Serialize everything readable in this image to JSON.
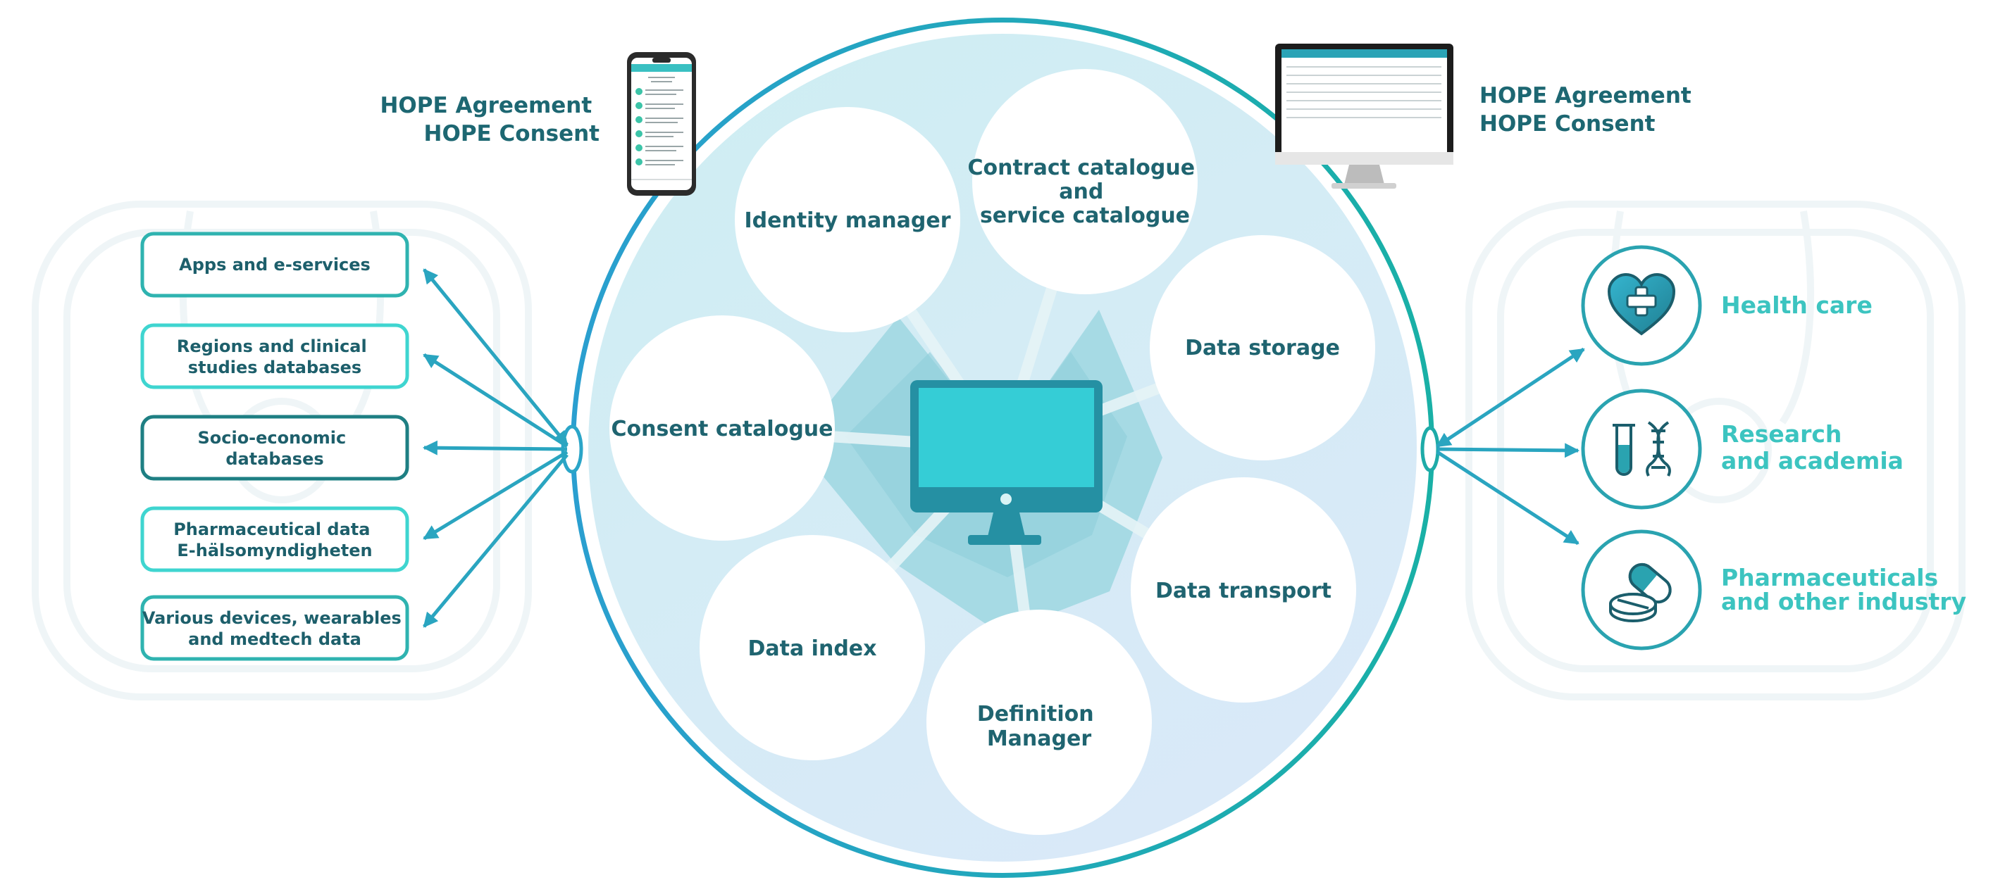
{
  "hope_left": {
    "line1": "HOPE Agreement",
    "line2": "HOPE Consent"
  },
  "hope_right": {
    "line1": "HOPE Agreement",
    "line2": "HOPE Consent"
  },
  "sources": [
    {
      "lines": [
        "Apps and e-services"
      ]
    },
    {
      "lines": [
        "Regions and clinical",
        "studies databases"
      ]
    },
    {
      "lines": [
        "Socio-economic",
        "databases"
      ]
    },
    {
      "lines": [
        "Pharmaceutical data",
        "E-hälsomyndigheten"
      ]
    },
    {
      "lines": [
        "Various devices, wearables",
        "and medtech data"
      ]
    }
  ],
  "nodes": {
    "identity": [
      "Identity manager"
    ],
    "contract": [
      "Contract catalogue",
      "and",
      "service catalogue"
    ],
    "storage": [
      "Data storage"
    ],
    "consent": [
      "Consent catalogue"
    ],
    "transport": [
      "Data transport"
    ],
    "index": [
      "Data index"
    ],
    "definition": [
      "Definition",
      "Manager"
    ]
  },
  "destinations": [
    {
      "lines": [
        "Health care"
      ],
      "icon": "heart-plus-icon"
    },
    {
      "lines": [
        "Research",
        "and academia"
      ],
      "icon": "test-tube-dna-icon"
    },
    {
      "lines": [
        "Pharmaceuticals",
        "and other industry"
      ],
      "icon": "pill-capsule-icon"
    }
  ],
  "colors": {
    "teal_dark": "#1d6772",
    "teal_light": "#3cc4c0",
    "ring_blue": "#2aa0c8",
    "ring_teal": "#1fb0a8",
    "monitor_screen": "#35cdd6"
  }
}
